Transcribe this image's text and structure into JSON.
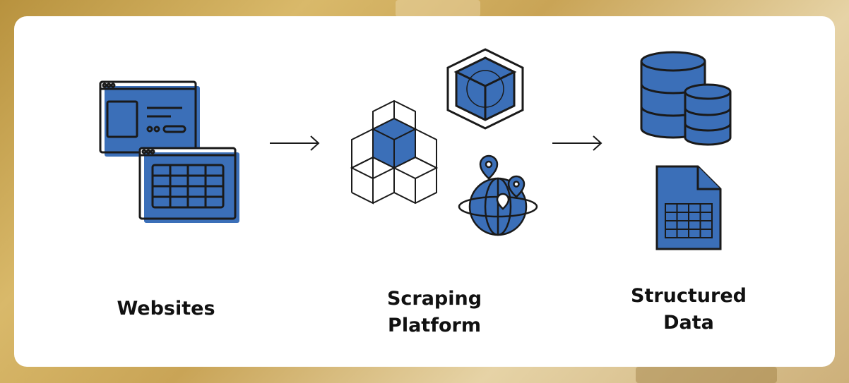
{
  "stages": [
    {
      "label": "Websites",
      "icon": "browser-windows-icon"
    },
    {
      "label": "Scraping\nPlatform",
      "icon": "cube-network-icon"
    },
    {
      "label": "Structured\nData",
      "icon": "database-file-icon"
    }
  ],
  "colors": {
    "accent": "#3b6fb8",
    "stroke": "#1a1a1a",
    "card": "#ffffff"
  }
}
